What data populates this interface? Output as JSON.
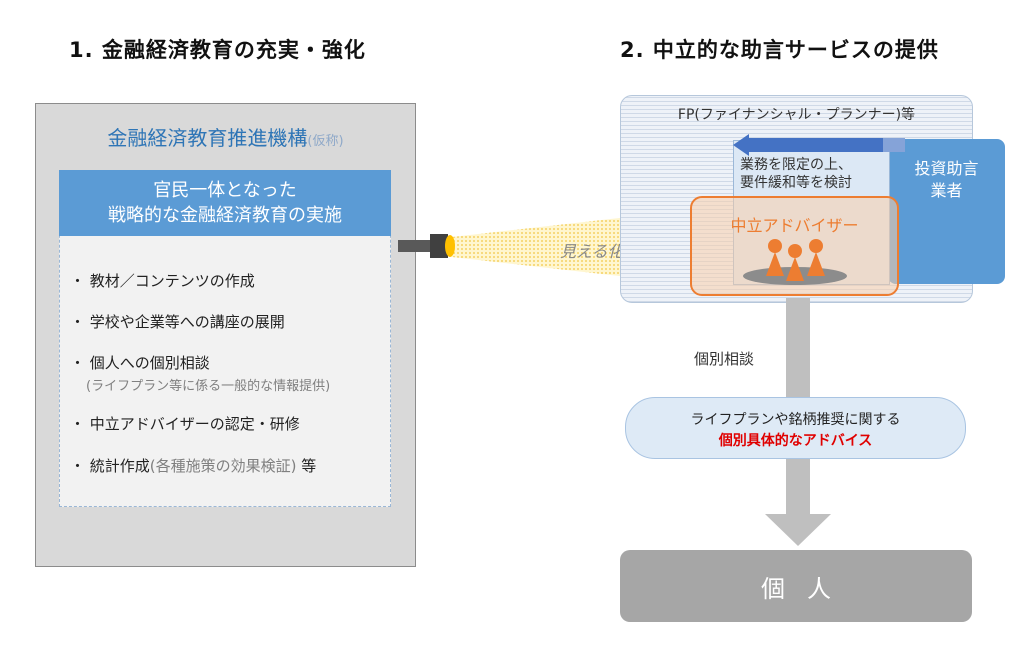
{
  "headings": {
    "left": "1. 金融経済教育の充実・強化",
    "right": "2. 中立的な助言サービスの提供"
  },
  "organization": {
    "name": "金融経済教育推進機構",
    "name_note": "(仮称)",
    "band_line1": "官民一体となった",
    "band_line2": "戦略的な金融経済教育の実施",
    "items": [
      "・ 教材／コンテンツの作成",
      "・ 学校や企業等への講座の展開",
      "・ 個人への個別相談",
      "(ライフプラン等に係る一般的な情報提供)",
      "・ 中立アドバイザーの認定・研修"
    ],
    "last_item_main": "・ 統計作成",
    "last_item_note": "(各種施策の効果検証)",
    "last_item_tail": " 等"
  },
  "visible_label": "見える化",
  "fp": {
    "label": "FP(ファイナンシャル・プランナー)等",
    "deregulation_line1": "業務を限定の上、",
    "deregulation_line2": "要件緩和等を検討",
    "advisor_firm_line1": "投資助言",
    "advisor_firm_line2": "業者",
    "neutral_advisor": "中立アドバイザー"
  },
  "flow": {
    "consultation": "個別相談",
    "advice_line1": "ライフプランや銘柄推奨に関する",
    "advice_line2": "個別具体的なアドバイス",
    "individual": "個人"
  },
  "colors": {
    "blue": "#5b9bd5",
    "title_blue": "#2e75b6",
    "orange": "#ed7d31",
    "red": "#e00000",
    "gray": "#a6a6a6"
  }
}
